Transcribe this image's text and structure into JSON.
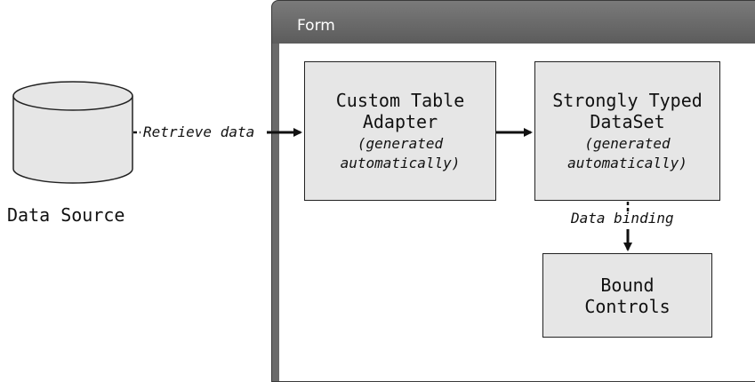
{
  "window": {
    "title": "Form"
  },
  "data_source": {
    "label": "Data Source"
  },
  "flows": {
    "retrieve": "Retrieve data",
    "binding": "Data binding"
  },
  "boxes": {
    "adapter": {
      "title": "Custom Table\nAdapter",
      "note": "(generated\nautomatically)"
    },
    "dataset": {
      "title": "Strongly Typed\nDataSet",
      "note": "(generated\nautomatically)"
    },
    "controls": {
      "title": "Bound\nControls"
    }
  }
}
